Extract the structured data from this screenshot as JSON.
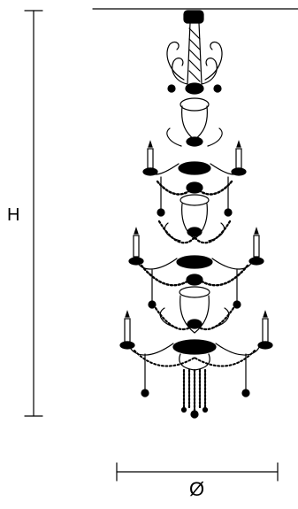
{
  "dimensions": {
    "height_label": "H",
    "width_label": "Ø"
  },
  "drawing": {
    "subject": "chandelier-line-drawing",
    "ink_color": "#000000",
    "background": "#ffffff"
  }
}
